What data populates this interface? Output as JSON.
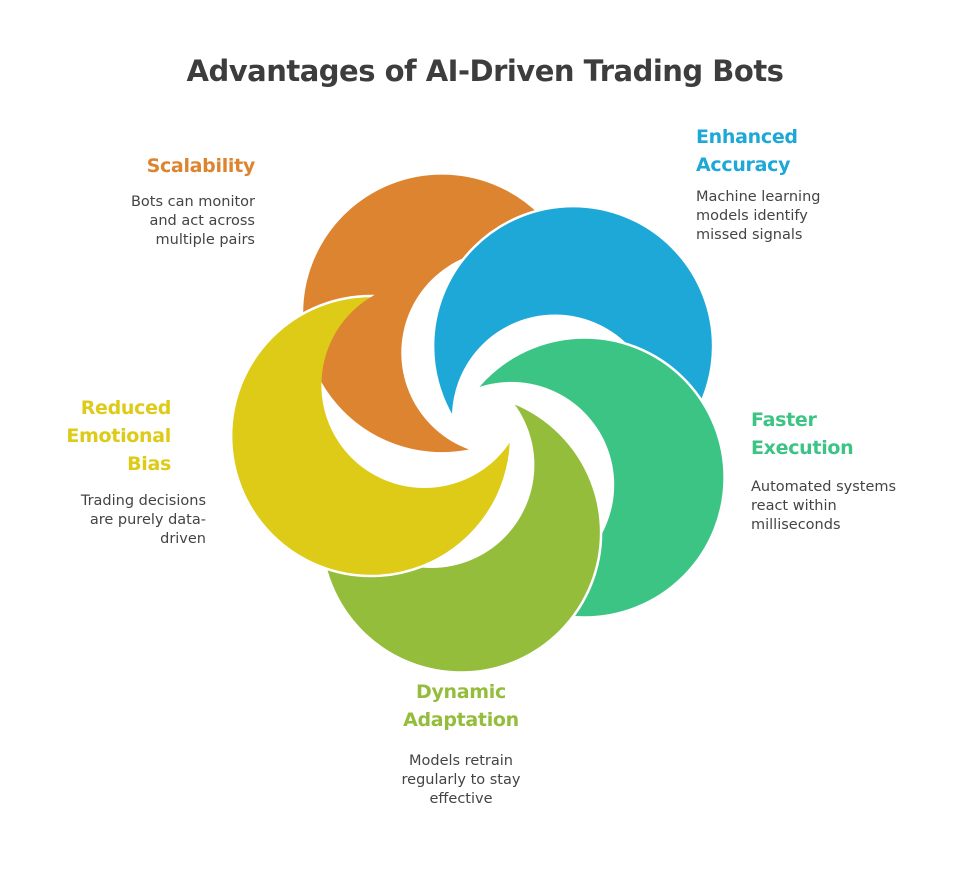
{
  "title": "Advantages of AI-Driven Trading Bots",
  "colors": {
    "scalability": "#DD8430",
    "enhanced_accuracy": "#1EA8D7",
    "faster_execution": "#3CC485",
    "dynamic_adaptation": "#93BD3B",
    "reduced_emotional_bias": "#DDCB17",
    "title": "#3D3D3D",
    "body_text": "#444444"
  },
  "items": {
    "scalability": {
      "heading_lines": [
        "Scalability"
      ],
      "desc_lines": [
        "Bots can monitor",
        "and act across",
        "multiple pairs"
      ]
    },
    "enhanced_accuracy": {
      "heading_lines": [
        "Enhanced",
        "Accuracy"
      ],
      "desc_lines": [
        "Machine learning",
        "models identify",
        "missed signals"
      ]
    },
    "faster_execution": {
      "heading_lines": [
        "Faster",
        "Execution"
      ],
      "desc_lines": [
        "Automated systems",
        "react within",
        "milliseconds"
      ]
    },
    "dynamic_adaptation": {
      "heading_lines": [
        "Dynamic",
        "Adaptation"
      ],
      "desc_lines": [
        "Models retrain",
        "regularly to stay",
        "effective"
      ]
    },
    "reduced_emotional_bias": {
      "heading_lines": [
        "Reduced",
        "Emotional",
        "Bias"
      ],
      "desc_lines": [
        "Trading decisions",
        "are purely data-",
        "driven"
      ]
    }
  }
}
